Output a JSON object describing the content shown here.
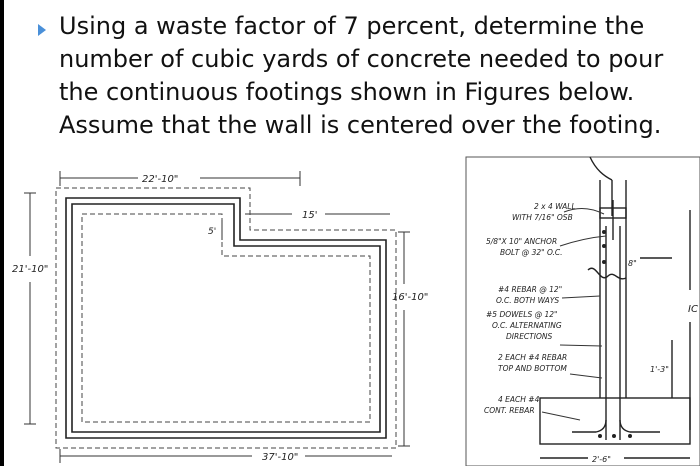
{
  "question": {
    "lines": [
      "Using a waste factor of 7 percent, determine the",
      "number of cubic yards of concrete needed to pour",
      "the continuous footings shown in Figures below.",
      "Assume that the wall is centered over the footing."
    ],
    "bullet_color": "#4a90d9"
  },
  "plan": {
    "top_dim": "22'-10\"",
    "inner_dim": "15'",
    "notch_dim": "5'",
    "left_dim": "21'-10\"",
    "right_dim": "16'-10\"",
    "bottom_dim": "37'-10\""
  },
  "section": {
    "wall_label_1": "2 x 4 WALL",
    "wall_label_2": "WITH 7/16\" OSB",
    "anchor_1": "5/8\"X 10\" ANCHOR",
    "anchor_2": "BOLT @ 32\" O.C.",
    "dim_8": "8\"",
    "rebar_1": "#4 REBAR @ 12\"",
    "rebar_2": "O.C. BOTH WAYS",
    "dowel_1": "#5 DOWELS @ 12\"",
    "dowel_2": "O.C. ALTERNATING",
    "dowel_3": "DIRECTIONS",
    "bar_1": "2 EACH #4 REBAR",
    "bar_2": "TOP AND BOTTOM",
    "cont_1": "4 EACH #4",
    "cont_2": "CONT. REBAR",
    "dim_13": "1'-3\"",
    "dim_26": "2'-6\"",
    "dim_ic": "IC"
  }
}
